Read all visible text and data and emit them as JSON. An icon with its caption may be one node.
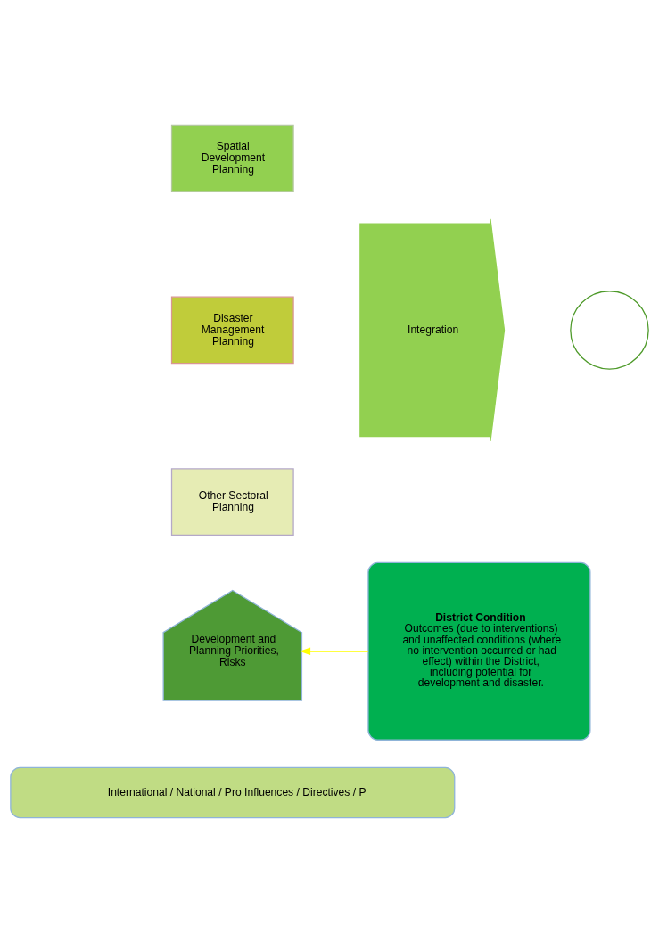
{
  "diagram": {
    "nodes": [
      {
        "text": [
          "Spatial Development Planning"
        ]
      },
      {
        "text": [
          "Disaster Management Planning"
        ]
      },
      {
        "text": [
          "Other Sectoral Planning"
        ]
      },
      {
        "text": [
          "Integration"
        ]
      },
      {
        "text": [],
        "shape": "circle"
      },
      {
        "text": [
          "Development and Planning Priorities, Risks"
        ]
      },
      {
        "text": [
          "District Condition",
          "Outcomes (due to interventions) and unaffected conditions (where no intervention occurred or had effect) within the District, including potential for development and disaster."
        ]
      },
      {
        "text": [
          "International / National / Pro Influences / Directives / P"
        ]
      }
    ],
    "edges": [
      {
        "from": 6,
        "to": 5,
        "arrow": "to",
        "color": "#ffff00"
      }
    ]
  }
}
